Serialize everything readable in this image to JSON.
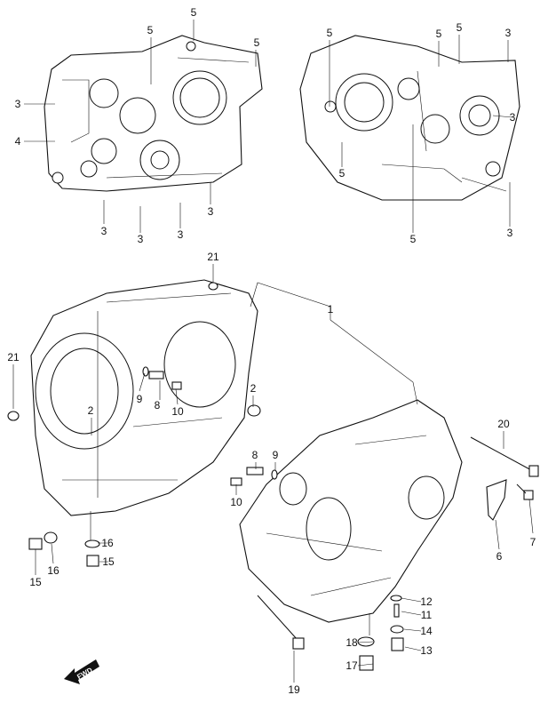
{
  "diagram": {
    "title": "Crankcase",
    "fwd_label": "FWD",
    "callouts": [
      "5",
      "5",
      "5",
      "3",
      "4",
      "3",
      "3",
      "3",
      "3",
      "5",
      "5",
      "5",
      "3",
      "3",
      "5",
      "5",
      "3",
      "21",
      "1",
      "21",
      "2",
      "9",
      "8",
      "10",
      "2",
      "20",
      "8",
      "9",
      "10",
      "7",
      "6",
      "16",
      "15",
      "15",
      "16",
      "12",
      "11",
      "14",
      "13",
      "18",
      "17",
      "19"
    ]
  }
}
